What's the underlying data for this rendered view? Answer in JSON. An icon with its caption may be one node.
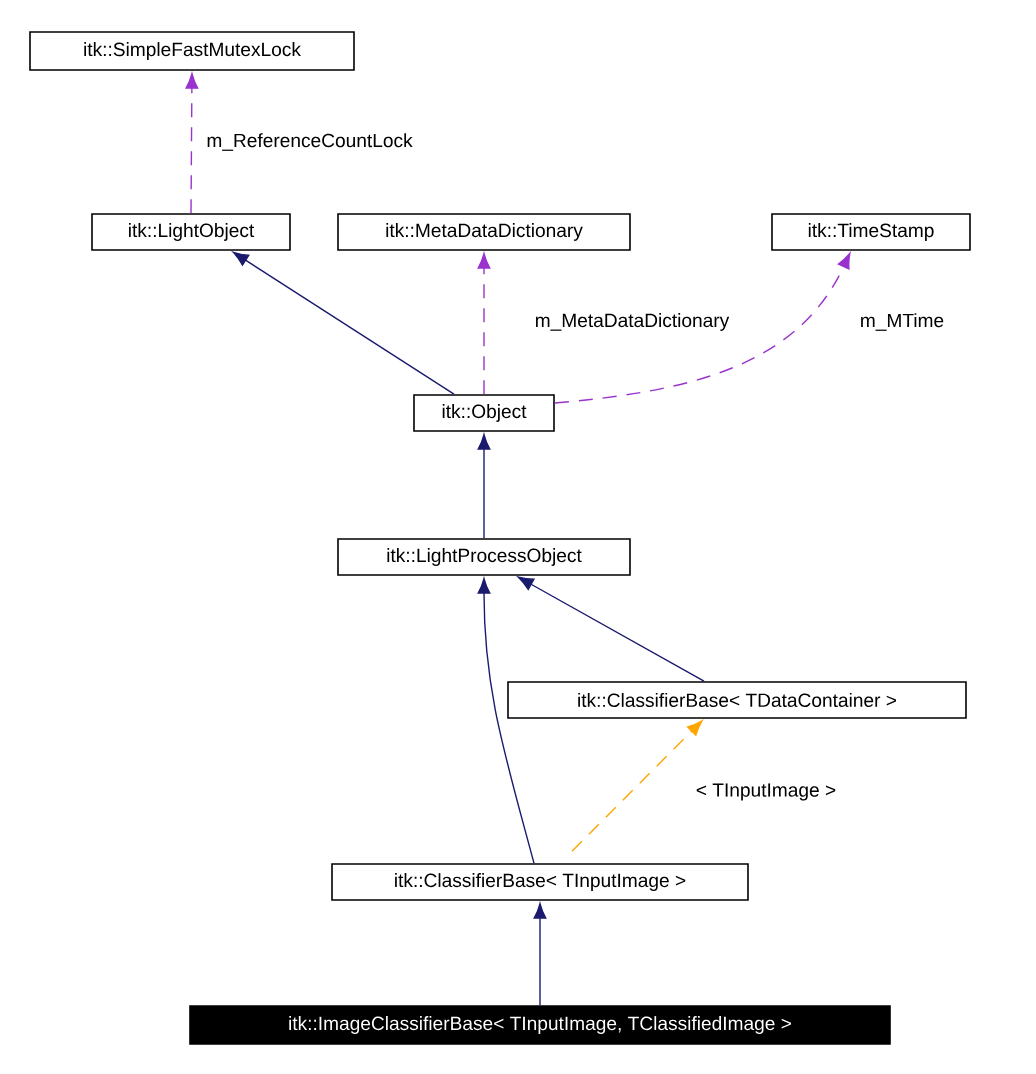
{
  "diagram": {
    "nodes": [
      {
        "text": [
          "itk::SimpleFastMutexLock"
        ]
      },
      {
        "text": [
          "itk::LightObject"
        ]
      },
      {
        "text": [
          "itk::MetaDataDictionary"
        ]
      },
      {
        "text": [
          "itk::TimeStamp"
        ]
      },
      {
        "text": [
          "itk::Object"
        ]
      },
      {
        "text": [
          "itk::LightProcessObject"
        ]
      },
      {
        "text": [
          "itk::ClassifierBase< TDataContainer >"
        ]
      },
      {
        "text": [
          "itk::ClassifierBase< TInputImage >"
        ]
      },
      {
        "text": [
          "itk::ImageClassifierBase< TInputImage, TClassifiedImage >"
        ]
      }
    ],
    "edges": [
      {
        "from": 1,
        "to": 0,
        "arrow": "to",
        "label": "m_ReferenceCountLock",
        "style": "dashed",
        "color": "#9a32cd"
      },
      {
        "from": 4,
        "to": 1,
        "arrow": "to"
      },
      {
        "from": 4,
        "to": 2,
        "arrow": "to",
        "label": "m_MetaDataDictionary",
        "style": "dashed",
        "color": "#9a32cd"
      },
      {
        "from": 4,
        "to": 3,
        "arrow": "to",
        "label": "m_MTime",
        "style": "dashed",
        "color": "#9a32cd"
      },
      {
        "from": 5,
        "to": 4,
        "arrow": "to"
      },
      {
        "from": 6,
        "to": 5,
        "arrow": "to"
      },
      {
        "from": 7,
        "to": 5,
        "arrow": "to"
      },
      {
        "from": 7,
        "to": 6,
        "arrow": "to",
        "label": "< TInputImage >",
        "style": "dashed",
        "color": "#ffa500"
      },
      {
        "from": 8,
        "to": 7,
        "arrow": "to"
      }
    ]
  }
}
